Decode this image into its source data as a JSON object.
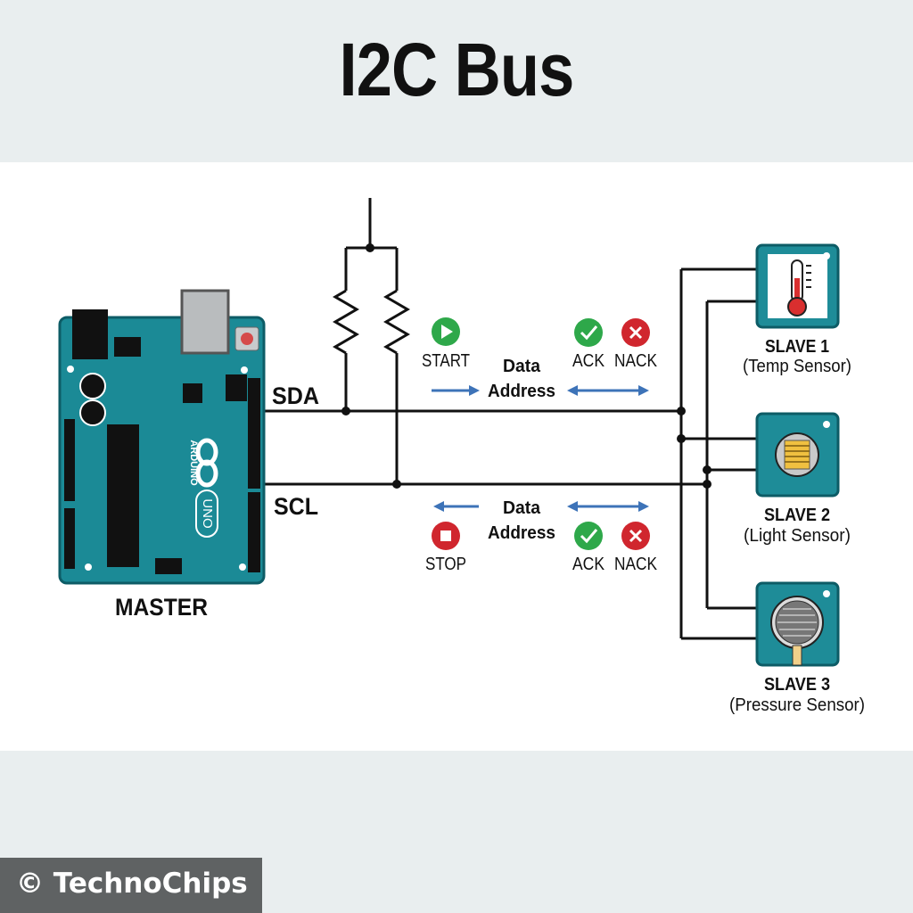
{
  "title": "I2C Bus",
  "lines": {
    "sda": "SDA",
    "scl": "SCL"
  },
  "master": {
    "label": "MASTER",
    "board_name": "UNO",
    "board_brand": "ARDUINO"
  },
  "sda_sequence": {
    "start": "START",
    "data": "Data",
    "address": "Address",
    "ack": "ACK",
    "nack": "NACK"
  },
  "scl_sequence": {
    "stop": "STOP",
    "data": "Data",
    "address": "Address",
    "ack": "ACK",
    "nack": "NACK"
  },
  "slaves": [
    {
      "name": "SLAVE 1",
      "desc": "(Temp Sensor)",
      "icon": "thermometer-icon"
    },
    {
      "name": "SLAVE 2",
      "desc": "(Light Sensor)",
      "icon": "light-sensor-icon"
    },
    {
      "name": "SLAVE 3",
      "desc": "(Pressure Sensor)",
      "icon": "pressure-sensor-icon"
    }
  ],
  "watermark": "© TechnoChips",
  "colors": {
    "board": "#1b8a96",
    "board_dark": "#0f6470",
    "module": "#1e8c98",
    "start_green": "#2ea84a",
    "stop_red": "#d0262e",
    "arrow_blue": "#3d73b8",
    "wire": "#111111"
  }
}
